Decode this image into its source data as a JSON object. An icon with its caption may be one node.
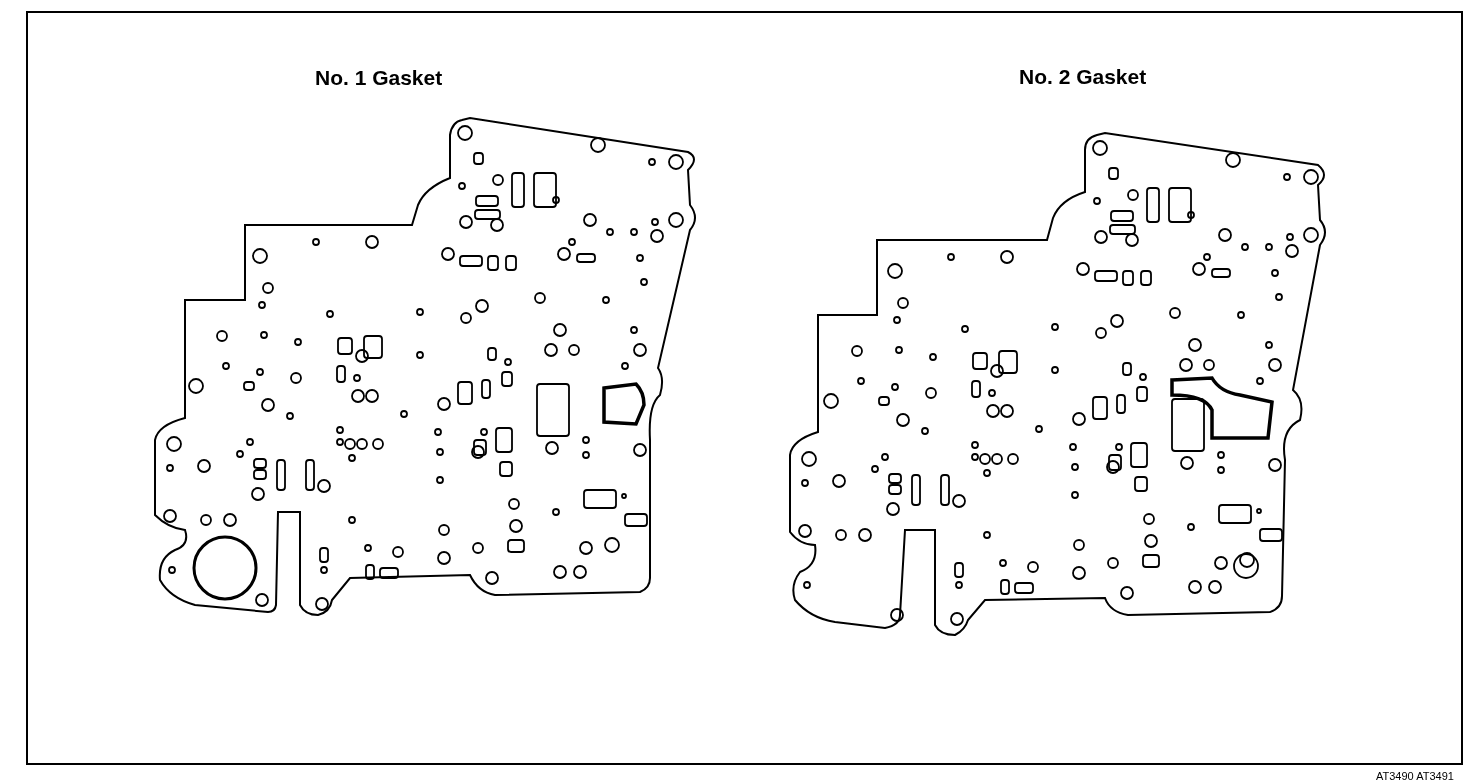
{
  "diagram": {
    "labels": [
      "No. 1 Gasket",
      "No. 2 Gasket",
      "AT3490 AT3491"
    ]
  }
}
